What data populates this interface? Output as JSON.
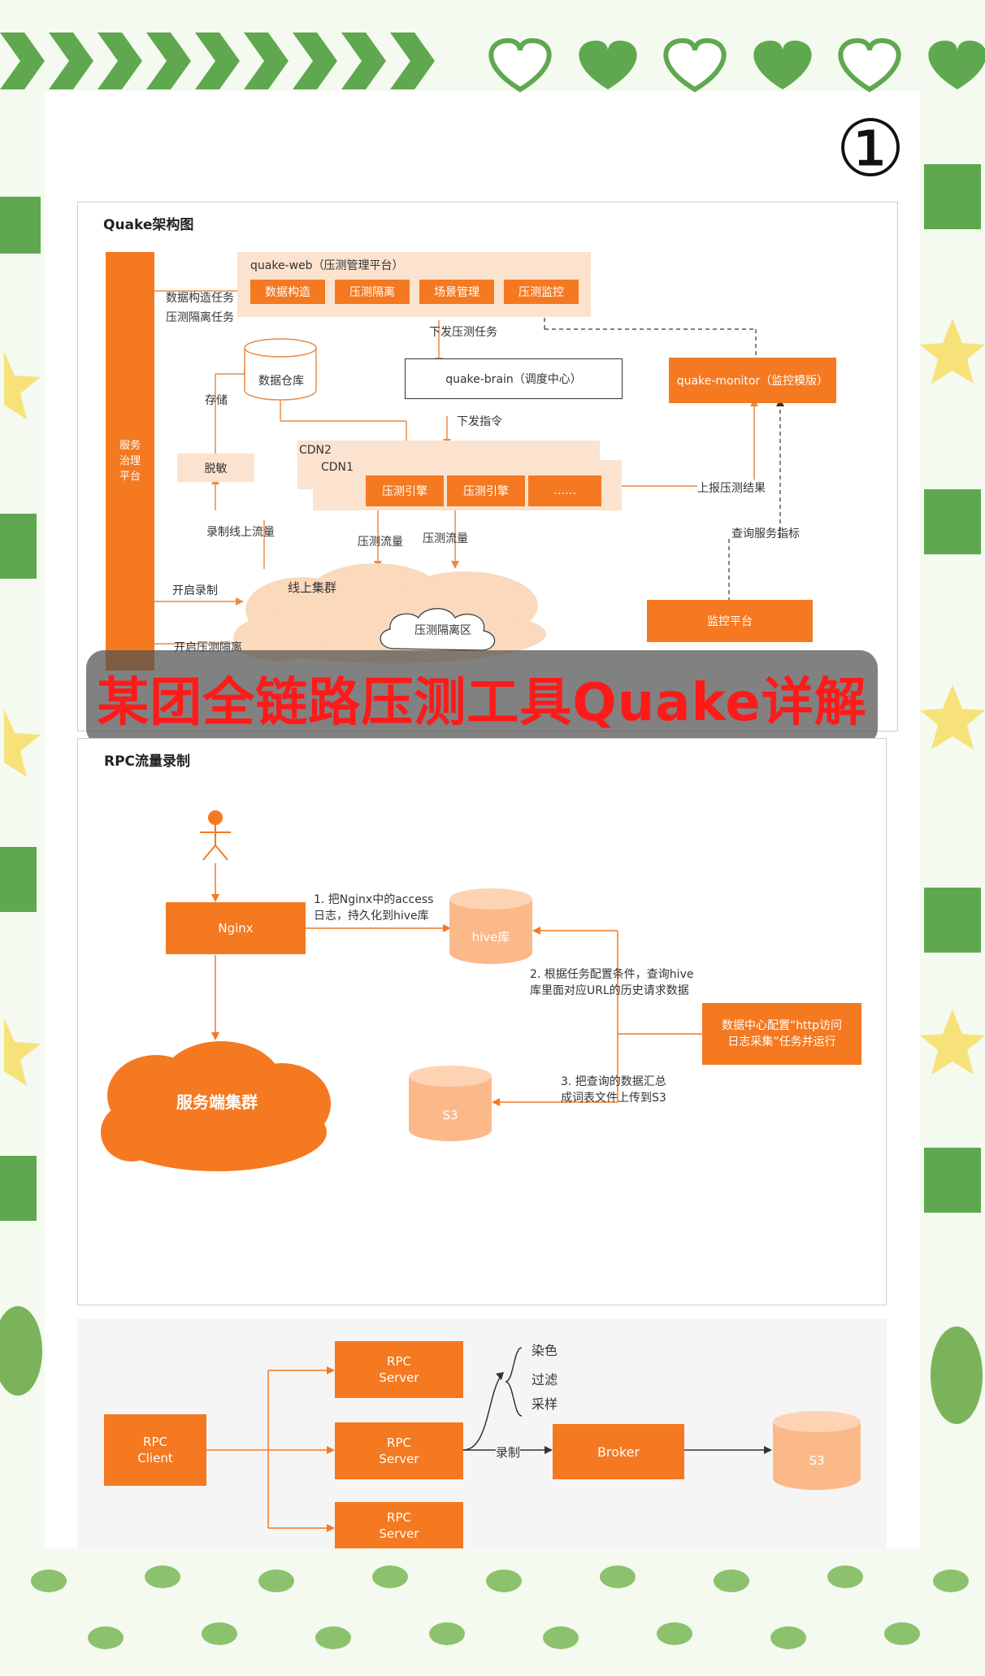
{
  "badge": {
    "number": "①"
  },
  "banner": {
    "title": "某团全链路压测工具Quake详解"
  },
  "arch": {
    "title": "Quake架构图",
    "left_bar": "服务\n治理\n平台",
    "web_title": "quake-web（压测管理平台）",
    "web_buttons": [
      "数据构造",
      "压测隔离",
      "场景管理",
      "压测监控"
    ],
    "left_tasks": [
      "数据构造任务",
      "压测隔离任务"
    ],
    "issue_task": "下发压测任务",
    "brain": "quake-brain（调度中心）",
    "issue_cmd": "下发指令",
    "monitor": "quake-monitor（监控模版）",
    "warehouse": "数据仓库",
    "store": "存储",
    "desensitize": "脱敏",
    "record_flow": "录制线上流量",
    "cdn2": "CDN2",
    "cdn1": "CDN1",
    "engines": [
      "压测引擎",
      "压测引擎",
      "……"
    ],
    "report": "上报压测结果",
    "flow1": "压测流量",
    "flow2": "压测流量",
    "query_metrics": "查询服务指标",
    "start_record": "开启录制",
    "cluster": "线上集群",
    "isolation_zone": "压测隔离区",
    "start_isolation": "开启压测隔离",
    "monitor_platform": "监控平台"
  },
  "rpc_record": {
    "title": "RPC流量录制",
    "nginx": "Nginx",
    "hive": "hive库",
    "step1": [
      "1. 把Nginx中的access",
      "日志，持久化到hive库"
    ],
    "step2": [
      "2. 根据任务配置条件，查询hive",
      "库里面对应URL的历史请求数据"
    ],
    "data_center": [
      "数据中心配置“http访问",
      "日志采集”任务并运行"
    ],
    "step3": [
      "3. 把查询的数据汇总",
      "成词表文件上传到S3"
    ],
    "s3": "S3",
    "server_cluster": "服务端集群"
  },
  "rpc_flow": {
    "client": [
      "RPC",
      "Client"
    ],
    "servers": [
      [
        "RPC",
        "Server"
      ],
      [
        "RPC",
        "Server"
      ],
      [
        "RPC",
        "Server"
      ]
    ],
    "options": [
      "染色",
      "过滤",
      "采样"
    ],
    "record": "录制",
    "broker": "Broker",
    "s3": "S3"
  },
  "colors": {
    "orange": "#f47920",
    "light_orange": "#fbe3cf",
    "frame_green": "#5fa84f",
    "banner_red": "#ff1a1a"
  }
}
